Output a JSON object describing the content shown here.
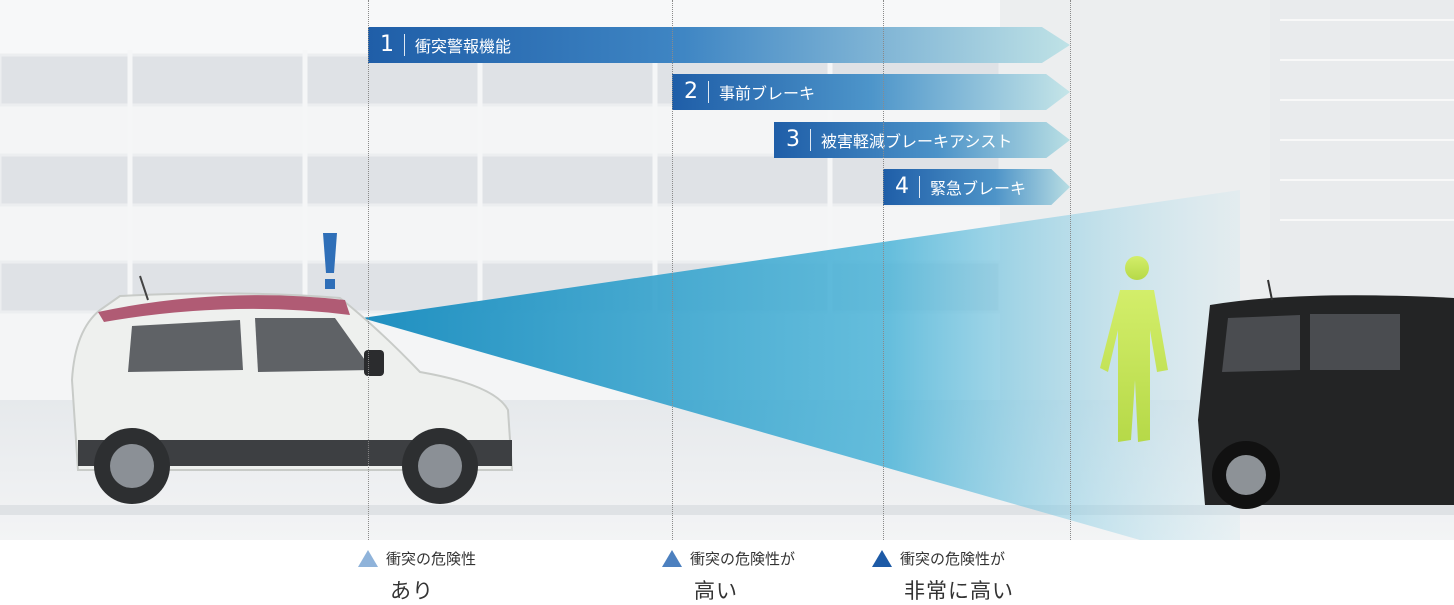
{
  "stages": [
    {
      "num": "1",
      "label": "衝突警報機能"
    },
    {
      "num": "2",
      "label": "事前ブレーキ"
    },
    {
      "num": "3",
      "label": "被害軽減ブレーキアシスト"
    },
    {
      "num": "4",
      "label": "緊急ブレーキ"
    }
  ],
  "captions": [
    {
      "line1": "衝突の危険性",
      "line2": "あり",
      "triangle_color": "#8fb3da"
    },
    {
      "line1": "衝突の危険性が",
      "line2": "高い",
      "triangle_color": "#4c80bf"
    },
    {
      "line1": "衝突の危険性が",
      "line2": "非常に高い",
      "triangle_color": "#1d5aa6"
    }
  ],
  "warning_icon": "exclamation-icon",
  "colors": {
    "bar_dark": "#1f5ea8",
    "bar_light": "#cfe8ea",
    "beam": "#2aa3c9",
    "warning": "#2f6fb8"
  }
}
